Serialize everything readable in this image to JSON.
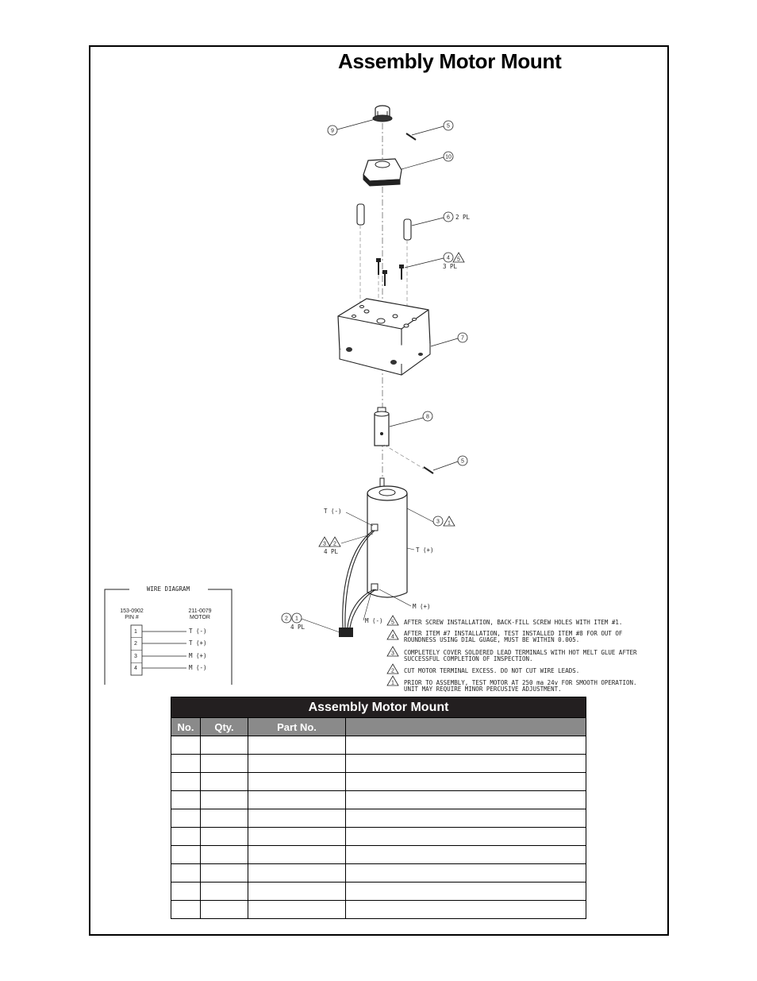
{
  "page": {
    "title": "Assembly Motor Mount"
  },
  "callouts": {
    "c9": "9",
    "c5a": "5",
    "c10": "10",
    "c6": "6",
    "c6_note": "2 PL",
    "c4": "4",
    "c4_tri": "5",
    "c4_note": "3 PL",
    "c7": "7",
    "c8": "8",
    "c5b": "5",
    "c3": "3",
    "c3_tri": "1",
    "t_minus": "T (-)",
    "t_plus": "T (+)",
    "m_plus": "M (+)",
    "m_minus": "M (-)",
    "tri3": "3",
    "tri2": "2",
    "note_4pl_a": "4 PL",
    "c2": "2",
    "c1": "1",
    "note_4pl_b": "4 PL"
  },
  "notes": [
    {
      "num": "5",
      "lines": [
        "AFTER SCREW INSTALLATION, BACK-FILL SCREW HOLES WITH ITEM #1."
      ]
    },
    {
      "num": "4",
      "lines": [
        "AFTER ITEM #7 INSTALLATION, TEST INSTALLED ITEM #8 FOR OUT OF",
        "ROUNDNESS USING DIAL GUAGE, MUST BE WITHIN 0.005."
      ]
    },
    {
      "num": "3",
      "lines": [
        "COMPLETELY COVER SOLDERED LEAD TERMINALS WITH HOT MELT GLUE AFTER",
        "SUCCESSFUL COMPLETION OF INSPECTION."
      ]
    },
    {
      "num": "2",
      "lines": [
        "CUT MOTOR TERMINAL EXCESS. DO NOT CUT WIRE LEADS."
      ]
    },
    {
      "num": "1",
      "lines": [
        "PRIOR TO ASSEMBLY, TEST MOTOR AT 250 ma 24v FOR SMOOTH OPERATION.",
        "UNIT MAY REQUIRE MINOR PERCUSIVE ADJUSTMENT."
      ]
    }
  ],
  "wire_diagram": {
    "title": "WIRE DIAGRAM",
    "left_header": [
      "153-0902",
      "PIN #"
    ],
    "right_header": [
      "211-0079",
      "MOTOR"
    ],
    "rows": [
      {
        "pin": "1",
        "label": "T (-)"
      },
      {
        "pin": "2",
        "label": "T (+)"
      },
      {
        "pin": "3",
        "label": "M (+)"
      },
      {
        "pin": "4",
        "label": "M (-)"
      }
    ]
  },
  "table": {
    "title": "Assembly Motor Mount",
    "headers": [
      "No.",
      "Qty.",
      "Part No.",
      ""
    ],
    "rows": [
      [
        "",
        "",
        "",
        ""
      ],
      [
        "",
        "",
        "",
        ""
      ],
      [
        "",
        "",
        "",
        ""
      ],
      [
        "",
        "",
        "",
        ""
      ],
      [
        "",
        "",
        "",
        ""
      ],
      [
        "",
        "",
        "",
        ""
      ],
      [
        "",
        "",
        "",
        ""
      ],
      [
        "",
        "",
        "",
        ""
      ],
      [
        "",
        "",
        "",
        ""
      ],
      [
        "",
        "",
        "",
        ""
      ]
    ]
  }
}
